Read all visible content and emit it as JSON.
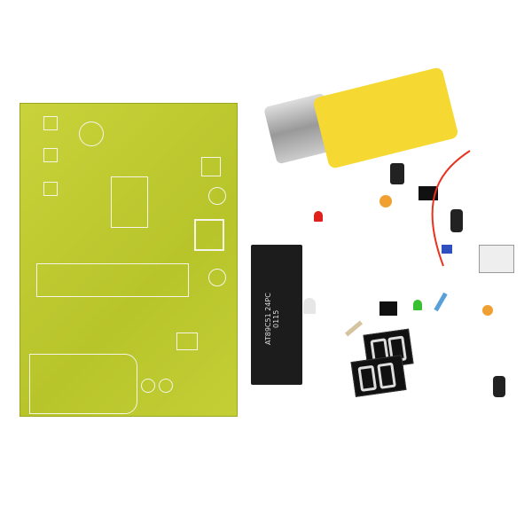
{
  "scene": {
    "pcb": {
      "color": "#c2cd34",
      "silkscreen_color": "#f4f4e8"
    },
    "microcontroller": {
      "marking": "AT89C51 24PC 0115",
      "color": "#1c1c1c"
    },
    "gear_motor": {
      "gearbox_color": "#f5d832",
      "motor_color": "#aaaaaa"
    },
    "seven_segment_displays": {
      "count": 2,
      "color": "#111111",
      "digits": "8"
    },
    "wire_color": "#e8321e"
  }
}
